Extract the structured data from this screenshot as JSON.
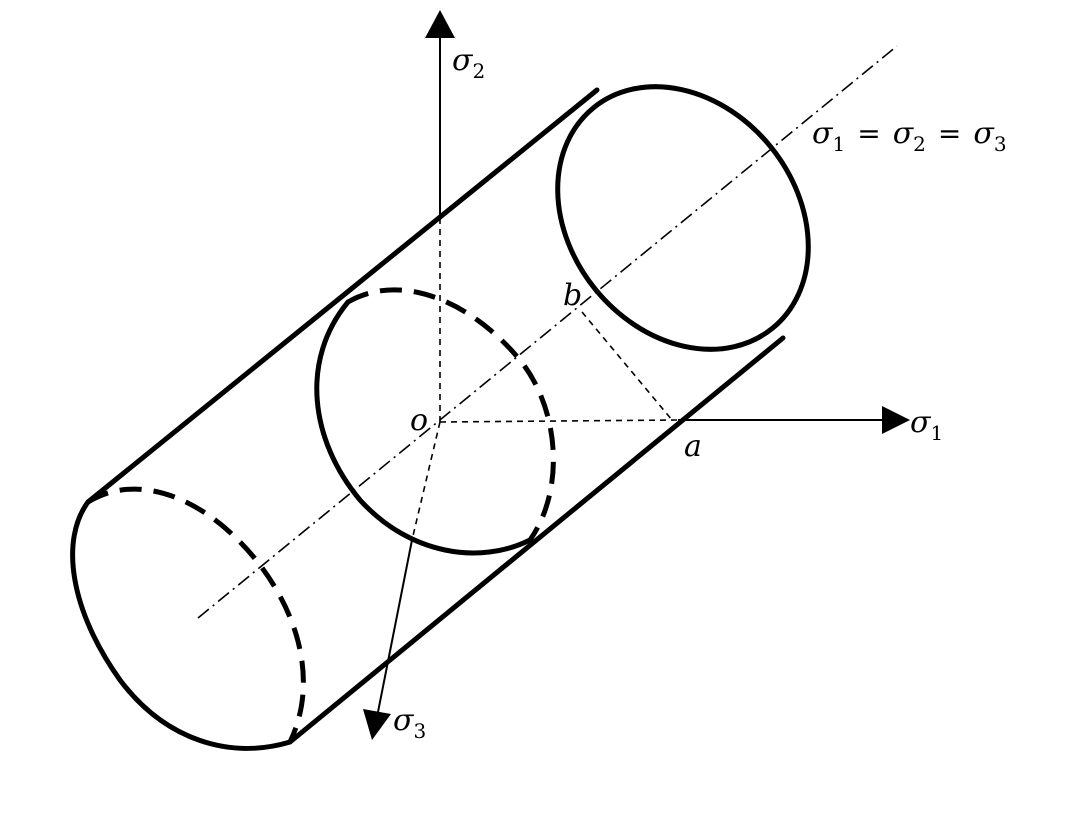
{
  "labels": {
    "sigma2_axis": {
      "base": "σ",
      "sub": "2"
    },
    "sigma1_axis": {
      "base": "σ",
      "sub": "1"
    },
    "sigma3_axis": {
      "base": "σ",
      "sub": "3"
    },
    "hydrostatic_axis": {
      "t1": "σ",
      "s1": "1",
      "eq1": "=",
      "t2": "σ",
      "s2": "2",
      "eq2": "=",
      "t3": "σ",
      "s3": "3"
    },
    "origin": "o",
    "point_a": "a",
    "point_b": "b"
  }
}
